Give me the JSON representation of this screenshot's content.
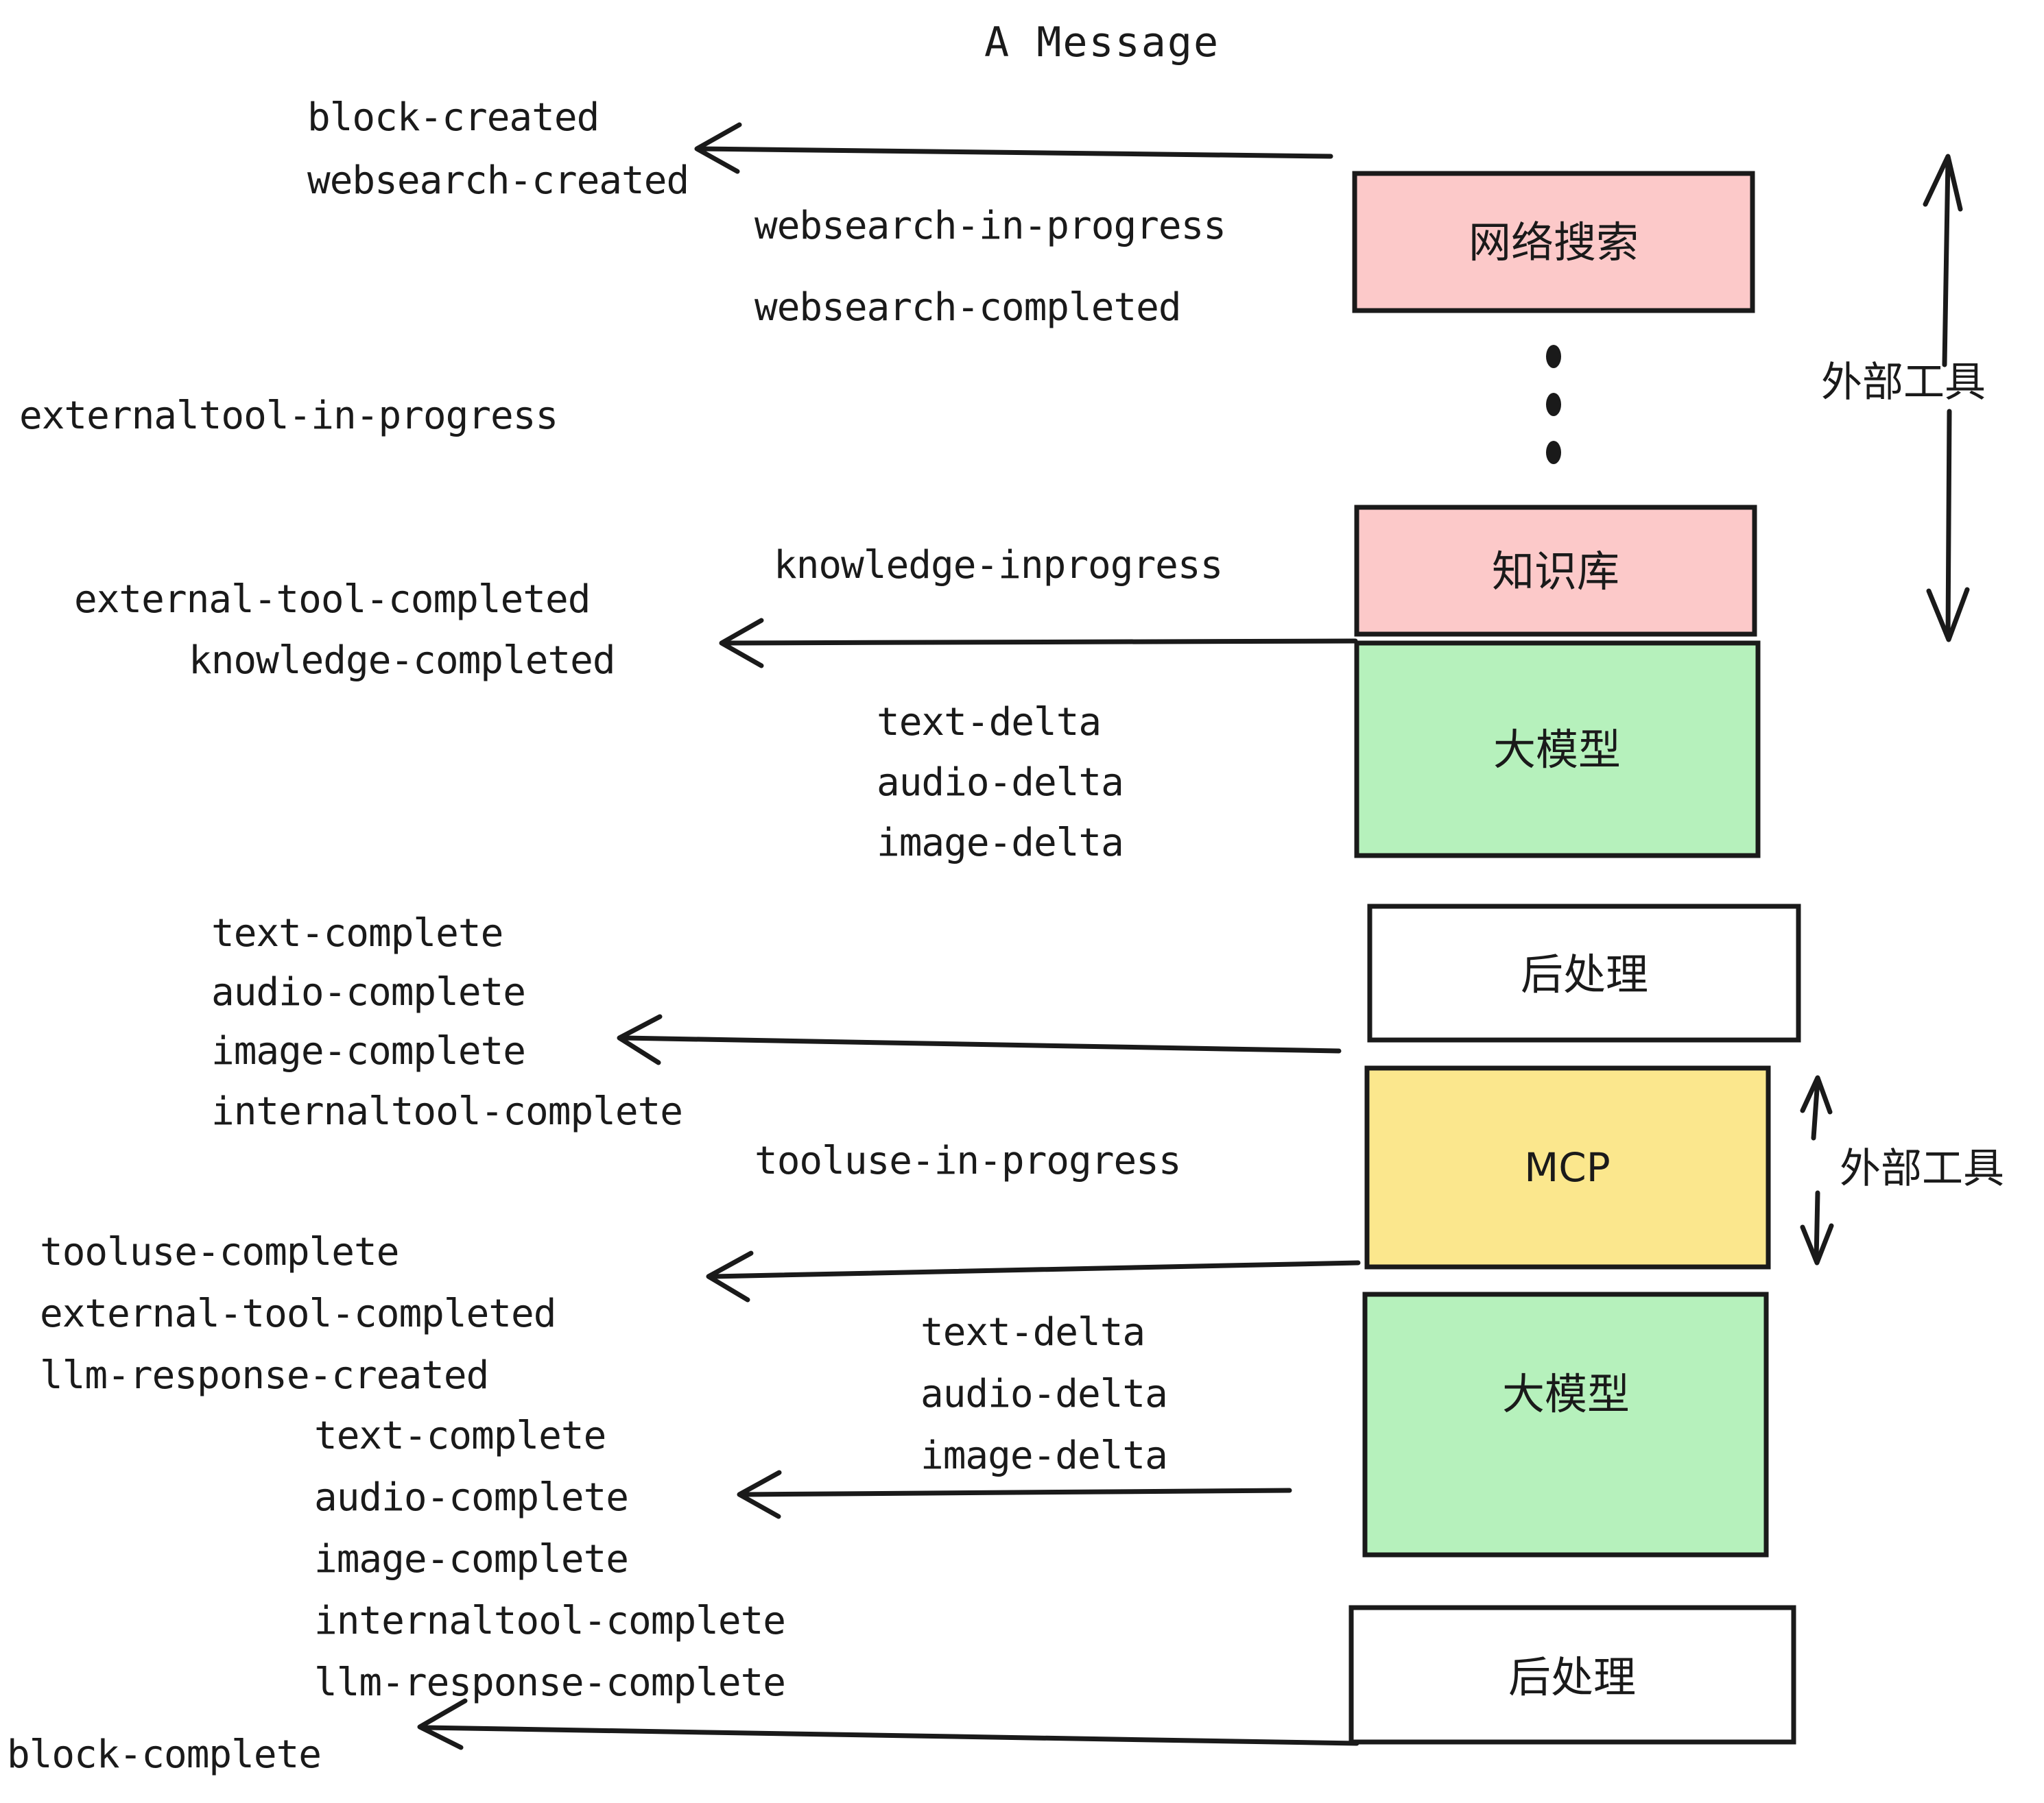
{
  "diagram": {
    "title": "A Message",
    "colors": {
      "pink": "#FCC9C9",
      "green": "#B6F1BC",
      "yellow": "#FBE78D",
      "white": "#FFFFFF",
      "stroke": "#1A1A1A"
    },
    "nodes": [
      {
        "id": "websearch",
        "label": "网络搜索",
        "fill": "#FCC9C9",
        "latin": false
      },
      {
        "id": "knowledgebase",
        "label": "知识库",
        "fill": "#FCC9C9",
        "latin": false
      },
      {
        "id": "llm1",
        "label": "大模型",
        "fill": "#B6F1BC",
        "latin": false
      },
      {
        "id": "postprocess1",
        "label": "后处理",
        "fill": "#FFFFFF",
        "latin": false
      },
      {
        "id": "mcp",
        "label": "MCP",
        "fill": "#FBE78D",
        "latin": true
      },
      {
        "id": "llm2",
        "label": "大模型",
        "fill": "#B6F1BC",
        "latin": false
      },
      {
        "id": "postprocess2",
        "label": "后处理",
        "fill": "#FFFFFF",
        "latin": false
      }
    ],
    "side_labels": [
      {
        "id": "external-tool-1",
        "label": "外部工具"
      },
      {
        "id": "external-tool-2",
        "label": "外部工具"
      }
    ],
    "events": [
      {
        "id": "e01",
        "text": "block-created"
      },
      {
        "id": "e02",
        "text": "websearch-created"
      },
      {
        "id": "e03",
        "text": "websearch-in-progress"
      },
      {
        "id": "e04",
        "text": "websearch-completed"
      },
      {
        "id": "e05",
        "text": "externaltool-in-progress"
      },
      {
        "id": "e06",
        "text": "knowledge-inprogress"
      },
      {
        "id": "e07",
        "text": "external-tool-completed"
      },
      {
        "id": "e08",
        "text": "knowledge-completed"
      },
      {
        "id": "e09",
        "text": "text-delta"
      },
      {
        "id": "e10",
        "text": "audio-delta"
      },
      {
        "id": "e11",
        "text": "image-delta"
      },
      {
        "id": "e12",
        "text": "text-complete"
      },
      {
        "id": "e13",
        "text": "audio-complete"
      },
      {
        "id": "e14",
        "text": "image-complete"
      },
      {
        "id": "e15",
        "text": "internaltool-complete"
      },
      {
        "id": "e16",
        "text": "tooluse-in-progress"
      },
      {
        "id": "e17",
        "text": "tooluse-complete"
      },
      {
        "id": "e18",
        "text": "external-tool-completed"
      },
      {
        "id": "e19",
        "text": "llm-response-created"
      },
      {
        "id": "e20",
        "text": "text-complete"
      },
      {
        "id": "e21",
        "text": "audio-complete"
      },
      {
        "id": "e22",
        "text": "image-complete"
      },
      {
        "id": "e23",
        "text": "internaltool-complete"
      },
      {
        "id": "e24",
        "text": "llm-response-complete"
      },
      {
        "id": "e25",
        "text": "text-delta"
      },
      {
        "id": "e26",
        "text": "audio-delta"
      },
      {
        "id": "e27",
        "text": "image-delta"
      },
      {
        "id": "e28",
        "text": "block-complete"
      }
    ]
  }
}
